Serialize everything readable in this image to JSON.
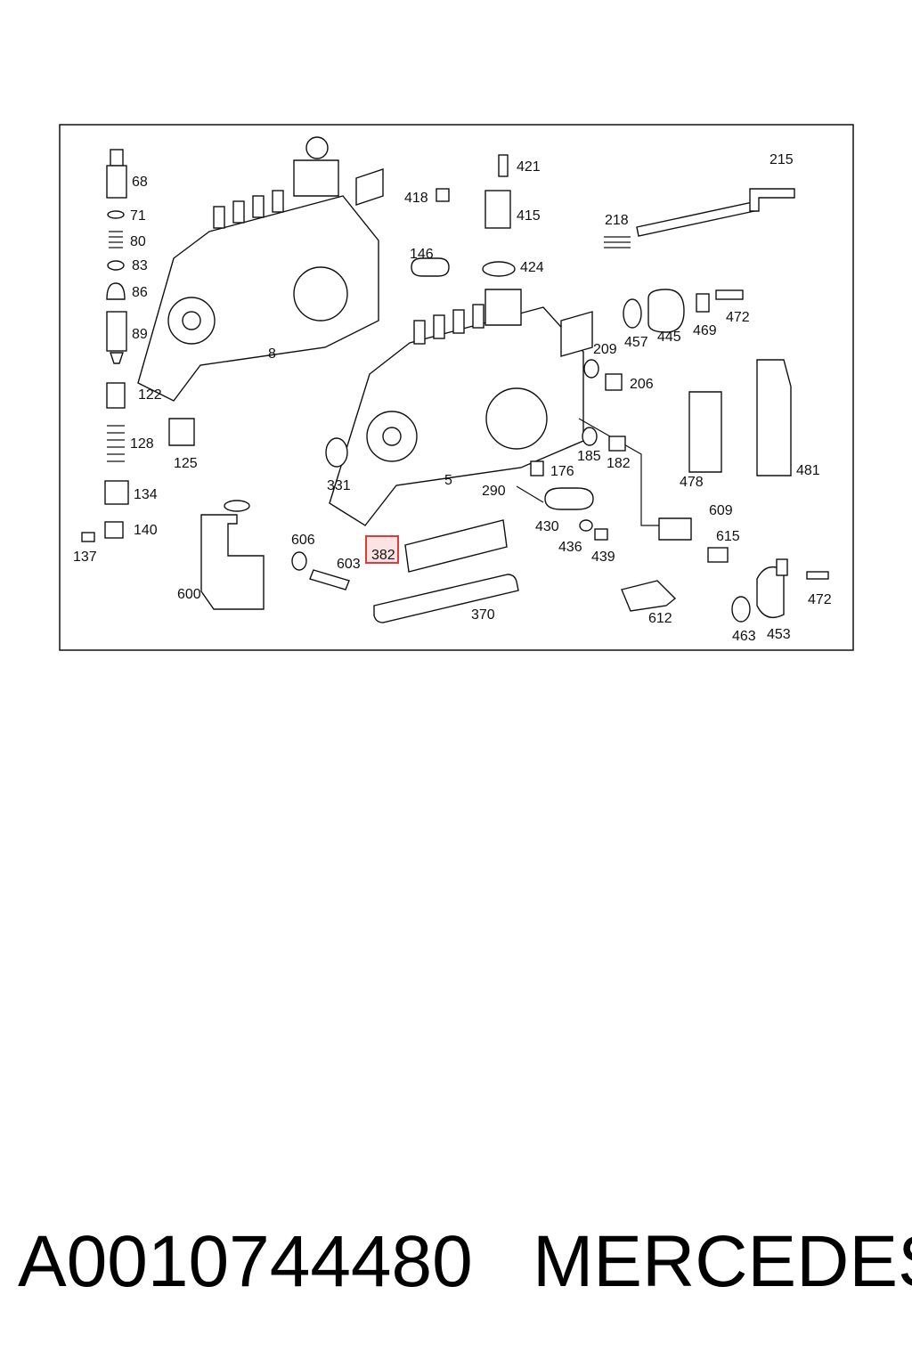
{
  "diagram": {
    "labels": [
      "68",
      "71",
      "80",
      "83",
      "86",
      "89",
      "122",
      "128",
      "125",
      "134",
      "140",
      "137",
      "8",
      "421",
      "418",
      "415",
      "146",
      "424",
      "215",
      "218",
      "472",
      "469",
      "445",
      "457",
      "209",
      "206",
      "5",
      "331",
      "176",
      "185",
      "182",
      "478",
      "481",
      "290",
      "430",
      "436",
      "439",
      "609",
      "615",
      "606",
      "603",
      "382",
      "370",
      "600",
      "612",
      "472",
      "463",
      "453"
    ],
    "highlighted_label": "382",
    "highlight_color": "#e23a3a"
  },
  "caption": {
    "part_number": "A0010744480",
    "brand": "MERCEDES"
  }
}
